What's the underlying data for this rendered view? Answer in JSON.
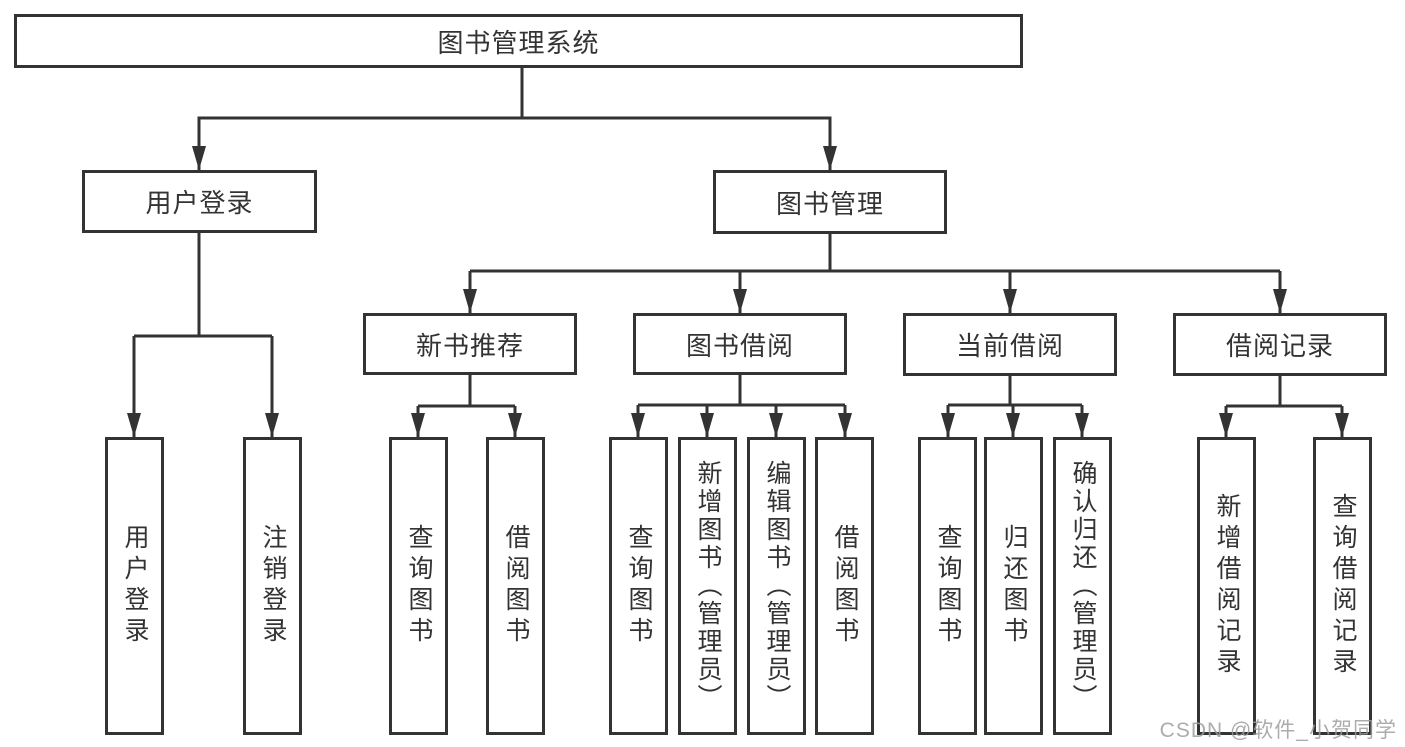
{
  "diagram": {
    "title": "图书管理系统",
    "nodes": {
      "root": {
        "label": "图书管理系统"
      },
      "branches": [
        {
          "label": "用户登录"
        },
        {
          "label": "图书管理"
        }
      ],
      "modules": [
        {
          "label": "新书推荐"
        },
        {
          "label": "图书借阅"
        },
        {
          "label": "当前借阅"
        },
        {
          "label": "借阅记录"
        }
      ],
      "leaves": [
        {
          "label": "用户登录"
        },
        {
          "label": "注销登录"
        },
        {
          "label": "查询图书"
        },
        {
          "label": "借阅图书"
        },
        {
          "label": "查询图书"
        },
        {
          "label": "新增图书（管理员）"
        },
        {
          "label": "编辑图书（管理员）"
        },
        {
          "label": "借阅图书"
        },
        {
          "label": "查询图书"
        },
        {
          "label": "归还图书"
        },
        {
          "label": "确认归还（管理员）"
        },
        {
          "label": "新增借阅记录"
        },
        {
          "label": "查询借阅记录"
        }
      ]
    },
    "colors": {
      "line": "#333333",
      "text": "#333333",
      "background": "#ffffff",
      "watermark": "#9e9e9e"
    }
  },
  "watermark": {
    "text": "CSDN @软件_小贺同学"
  }
}
